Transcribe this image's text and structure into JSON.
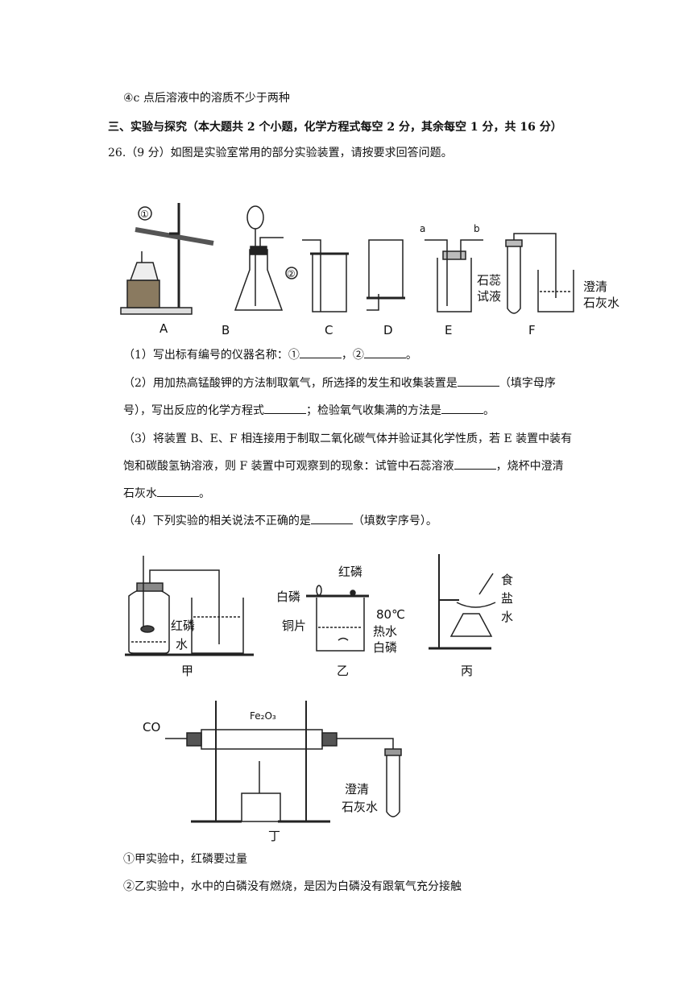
{
  "lines": {
    "l1": "④c 点后溶液中的溶质不少于两种",
    "section": "三、实验与探究（本大题共 2 个小题，化学方程式每空 2 分，其余每空 1 分，共 16 分）",
    "q26": "26.（9 分）如图是实验室常用的部分实验装置，请按要求回答问题。",
    "q1a": "（1）写出标有编号的仪器名称：①",
    "q1b": "，②",
    "q1c": "。",
    "q2a": "（2）用加热高锰酸钾的方法制取氧气，所选择的发生和收集装置是",
    "q2b": "（填字母序",
    "q2c": "号），写出反应的化学方程式",
    "q2d": "；检验氧气收集满的方法是",
    "q2e": "。",
    "q3a": "（3）将装置 B、E、F 相连接用于制取二氧化碳气体并验证其化学性质，若 E 装置中装有",
    "q3b": "饱和碳酸氢钠溶液，则 F 装置中可观察到的现象：试管中石蕊溶液",
    "q3c": "，烧杯中澄清",
    "q3d": "石灰水",
    "q3e": "。",
    "q4a": "（4）下列实验的相关说法不正确的是",
    "q4b": "（填数字序号）。",
    "s1": "①甲实验中，红磷要过量",
    "s2": "②乙实验中，水中的白磷没有燃烧，是因为白磷没有跟氧气充分接触"
  },
  "fig1": {
    "labels": [
      "A",
      "B",
      "C",
      "D",
      "E",
      "F"
    ],
    "circle1": "①",
    "circle2": "②",
    "e_a": "a",
    "e_b": "b",
    "litmus1": "石蕊",
    "litmus2": "试液",
    "lime1": "澄清",
    "lime2": "石灰水"
  },
  "fig2": {
    "jia": "甲",
    "yi": "乙",
    "bing": "丙",
    "ding": "丁",
    "red_p": "红磷",
    "water": "水",
    "white_p": "白磷",
    "red_p2": "红磷",
    "copper": "铜片",
    "temp": "80℃",
    "hot_water": "热水",
    "white_p2": "白磷",
    "salt1": "食",
    "salt2": "盐",
    "salt3": "水",
    "co": "CO",
    "fe2o3": "Fe₂O₃",
    "lime1": "澄清",
    "lime2": "石灰水"
  }
}
